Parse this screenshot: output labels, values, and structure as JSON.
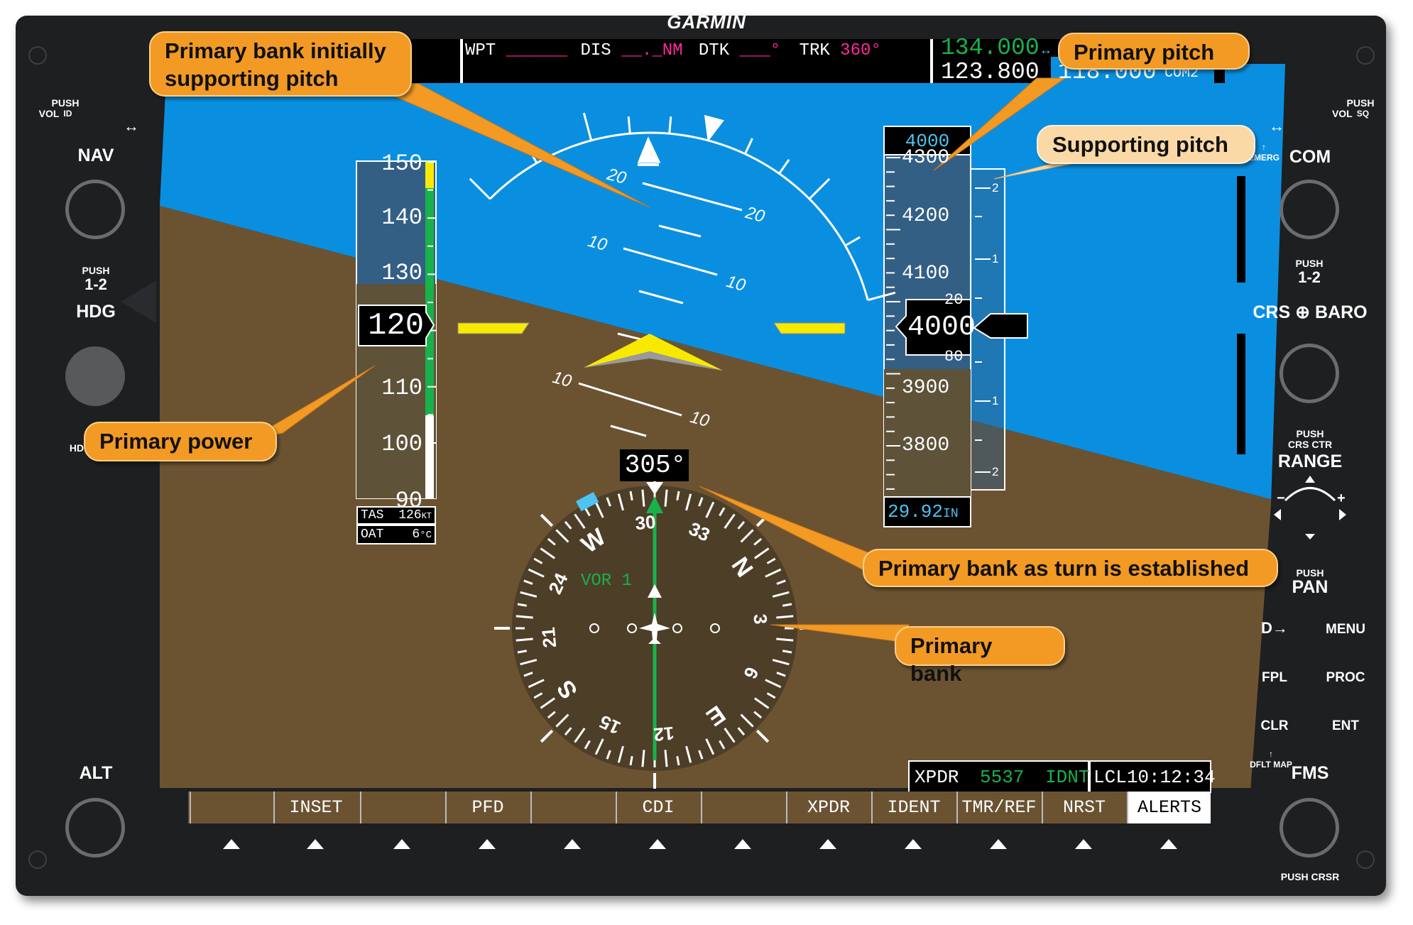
{
  "brand": "GARMIN",
  "left_panel": {
    "vol_push_id": [
      "PUSH",
      "VOL",
      "ID"
    ],
    "nav_label": "NAV",
    "push_12": [
      "PUSH",
      "1-2"
    ],
    "hdg_label": "HDG",
    "hdg_partial": "HD",
    "alt_label": "ALT"
  },
  "right_panel": {
    "vol_push_sq": [
      "PUSH",
      "VOL",
      "SQ"
    ],
    "emerg": "EMERG",
    "com_label": "COM",
    "push_12": [
      "PUSH",
      "1-2"
    ],
    "crs_label": "CRS",
    "baro_label": "BARO",
    "push_crs_ctr": [
      "PUSH",
      "CRS CTR"
    ],
    "range_label": "RANGE",
    "push_pan": [
      "PUSH",
      "PAN"
    ],
    "menu_label": "MENU",
    "fpl_label": "FPL",
    "proc_label": "PROC",
    "clr_label": "CLR",
    "ent_label": "ENT",
    "dflt_map": "DFLT MAP",
    "fms_label": "FMS",
    "push_crsr": "PUSH CRSR"
  },
  "nav_bar": {
    "wpt_label": "WPT",
    "wpt_value": "______",
    "dis_label": "DIS",
    "dis_value": "__._NM",
    "dtk_label": "DTK",
    "dtk_value": "___°",
    "trk_label": "TRK",
    "trk_value": "360°",
    "com_active": "134.000",
    "com_standby": "123.800",
    "com2_freq": "118.000",
    "com2_label": "COM2"
  },
  "airspeed": {
    "ticks": [
      "150",
      "140",
      "130",
      "110",
      "100",
      "90"
    ],
    "current": "120",
    "tas_label": "TAS",
    "tas_value": "126",
    "tas_unit": "KT",
    "oat_label": "OAT",
    "oat_value": "6",
    "oat_unit": "°C"
  },
  "altimeter": {
    "selected": "4000",
    "ticks": [
      "4300",
      "4200",
      "4100",
      "3900",
      "3800"
    ],
    "current": "4000",
    "current_roll_above": "20",
    "current_roll_below": "80",
    "baro_value": "29.92",
    "baro_unit": "IN",
    "vsi_ticks": [
      "2",
      "1",
      "1",
      "2"
    ]
  },
  "attitude": {
    "pitch_labels": [
      "20",
      "20",
      "10",
      "10",
      "10",
      "10"
    ]
  },
  "hsi": {
    "heading": "305°",
    "nav_source": "VOR 1",
    "cards": [
      "30",
      "33",
      "N",
      "3",
      "6",
      "E",
      "12",
      "15",
      "S",
      "21",
      "24",
      "W"
    ]
  },
  "status_bar": {
    "xpdr_label": "XPDR",
    "xpdr_code": "5537",
    "xpdr_mode": "IDNT",
    "lcl_label": "LCL",
    "lcl_time": "10:12:34"
  },
  "softkeys": [
    "",
    "INSET",
    "",
    "PFD",
    "",
    "CDI",
    "",
    "XPDR",
    "IDENT",
    "TMR/REF",
    "NRST",
    "ALERTS"
  ],
  "callouts": {
    "primary_bank_initially": "Primary bank initially supporting pitch",
    "primary_pitch": "Primary pitch",
    "supporting_pitch": "Supporting pitch",
    "primary_power": "Primary power",
    "primary_bank_turn": "Primary bank as turn is established",
    "primary_bank": "Primary bank"
  },
  "colors": {
    "sky": "#0a8fe0",
    "ground": "#6b5332",
    "bezel": "#1e1f21",
    "callout": "#f29a24",
    "callout_light": "#fbd9a6",
    "magenta": "#ff2a9a",
    "green": "#19b14a",
    "cyan": "#4cc3f0",
    "yellow": "#f7ea00"
  }
}
